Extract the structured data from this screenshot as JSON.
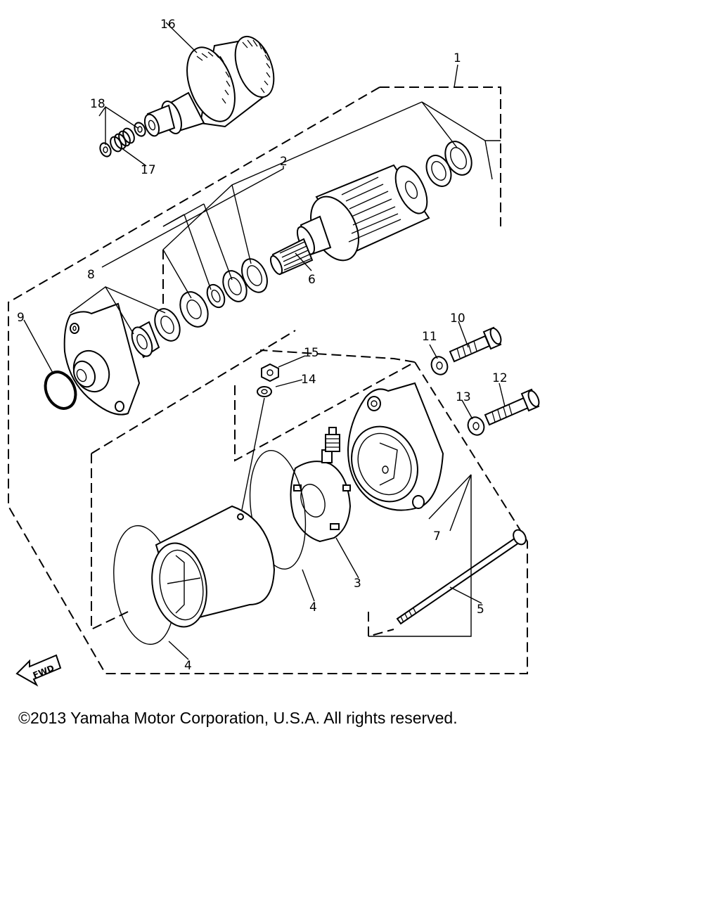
{
  "callouts": {
    "c1": "1",
    "c2": "2",
    "c3": "3",
    "c4a": "4",
    "c4b": "4",
    "c5": "5",
    "c6": "6",
    "c7": "7",
    "c8": "8",
    "c9": "9",
    "c10": "10",
    "c11": "11",
    "c12": "12",
    "c13": "13",
    "c14": "14",
    "c15": "15",
    "c16": "16",
    "c17": "17",
    "c18": "18"
  },
  "fwd_label": "FWD",
  "copyright": "©2013 Yamaha Motor Corporation, U.S.A. All rights reserved."
}
